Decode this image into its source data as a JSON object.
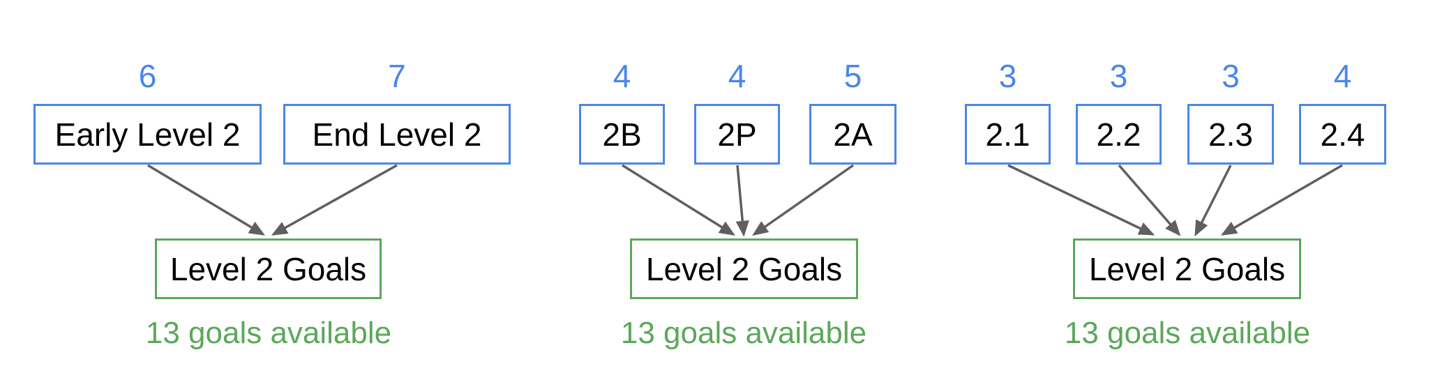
{
  "diagram": {
    "target_label": "Level 2 Goals",
    "caption": "13 goals available",
    "groups": [
      {
        "sources": [
          {
            "count": "6",
            "label": "Early Level 2"
          },
          {
            "count": "7",
            "label": "End Level 2"
          }
        ],
        "target_label": "Level 2 Goals",
        "caption": "13 goals available"
      },
      {
        "sources": [
          {
            "count": "4",
            "label": "2B"
          },
          {
            "count": "4",
            "label": "2P"
          },
          {
            "count": "5",
            "label": "2A"
          }
        ],
        "target_label": "Level 2 Goals",
        "caption": "13 goals available"
      },
      {
        "sources": [
          {
            "count": "3",
            "label": "2.1"
          },
          {
            "count": "3",
            "label": "2.2"
          },
          {
            "count": "3",
            "label": "2.3"
          },
          {
            "count": "4",
            "label": "2.4"
          }
        ],
        "target_label": "Level 2 Goals",
        "caption": "13 goals available"
      }
    ],
    "colors": {
      "source_border": "#4a86e8",
      "count_text": "#4a86e8",
      "target_border": "#5ba85a",
      "caption_text": "#5ba85a",
      "arrow": "#5f5f5f",
      "label_text": "#000000",
      "background": "#ffffff"
    }
  }
}
